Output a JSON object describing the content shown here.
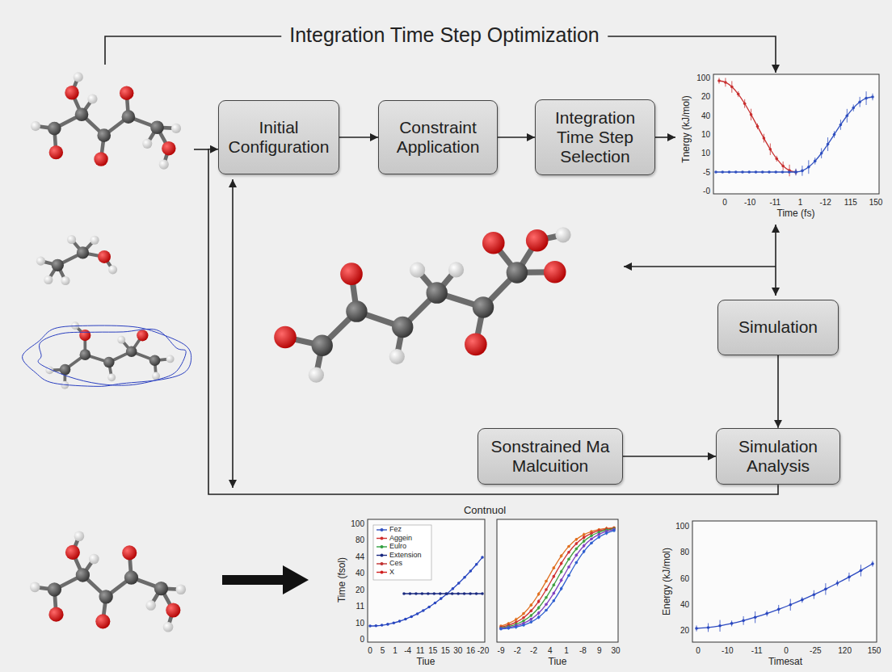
{
  "diagram": {
    "title": "Integration Time Step Optimization",
    "nodes": [
      {
        "text": [
          "Initial Configuration"
        ]
      },
      {
        "text": [
          "Constraint Application"
        ]
      },
      {
        "text": [
          "Integration Time Step Selection"
        ]
      },
      {
        "text": [
          "Simulation"
        ]
      },
      {
        "text": [
          "Sonstrained Ma Malcuition"
        ]
      },
      {
        "text": [
          "Simulation Analysis"
        ]
      }
    ],
    "edges": [
      {
        "from": 0,
        "to": 1,
        "arrow": "to"
      },
      {
        "from": 1,
        "to": 2,
        "arrow": "to"
      },
      {
        "from": 3,
        "to": 5,
        "arrow": "to"
      },
      {
        "from": 4,
        "to": 5,
        "arrow": "to"
      },
      {
        "from": 5,
        "to": 0,
        "arrow": "to"
      }
    ],
    "labels": [
      "Tnergy (kJ/mol)",
      "100",
      "20",
      "40",
      "10",
      "10",
      "-5",
      "-0",
      "0",
      "-10",
      "-11",
      "1",
      "-12",
      "115",
      "150",
      "Time (fs)",
      "Contnuol",
      "Time (fsol)",
      "100",
      "80",
      "44",
      "40",
      "20",
      "11",
      "10",
      "0",
      "0",
      "5",
      "1",
      "-4",
      "11",
      "15",
      "15",
      "30",
      "16",
      "-20",
      "Tiue",
      "-9",
      "-2",
      "-2",
      "4",
      "1",
      "-8",
      "9",
      "30",
      "Tiue",
      "Energy (kJ/mol)",
      "100",
      "80",
      "60",
      "40",
      "20",
      "0",
      "-10",
      "-11",
      "0",
      "-25",
      "120",
      "150",
      "Timesat"
    ],
    "legend": [
      {
        "text": "Fez"
      },
      {
        "text": "Aggein"
      },
      {
        "text": "Eulro"
      },
      {
        "text": "Extension"
      },
      {
        "text": "Ces"
      },
      {
        "text": "X"
      }
    ]
  }
}
